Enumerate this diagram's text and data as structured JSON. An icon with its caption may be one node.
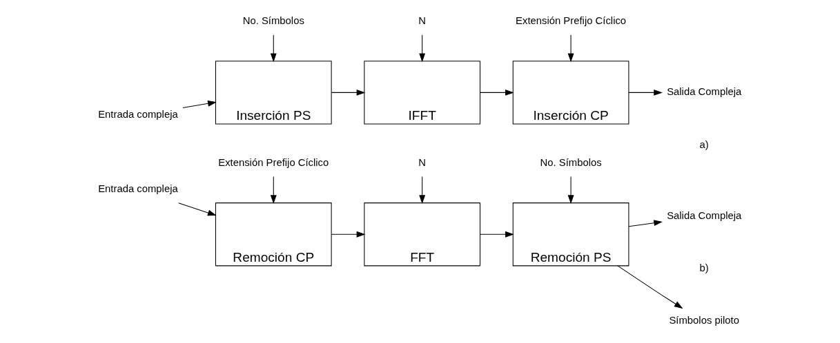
{
  "diagram": {
    "nodes": [
      {
        "text": [
          "Entrada compleja"
        ]
      },
      {
        "text": [
          "No. Símbolos"
        ]
      },
      {
        "text": [
          "Inserción PS"
        ]
      },
      {
        "text": [
          "N"
        ]
      },
      {
        "text": [
          "IFFT"
        ]
      },
      {
        "text": [
          "Extensión Prefijo Cíclico"
        ]
      },
      {
        "text": [
          "Inserción CP"
        ]
      },
      {
        "text": [
          "Salida Compleja"
        ]
      },
      {
        "text": [
          "Entrada compleja"
        ]
      },
      {
        "text": [
          "Extensión Prefijo Cíclico"
        ]
      },
      {
        "text": [
          "Remoción CP"
        ]
      },
      {
        "text": [
          "N"
        ]
      },
      {
        "text": [
          "FFT"
        ]
      },
      {
        "text": [
          "No. Símbolos"
        ]
      },
      {
        "text": [
          "Remoción PS"
        ]
      },
      {
        "text": [
          "Salida Compleja"
        ]
      },
      {
        "text": [
          "Símbolos piloto"
        ]
      }
    ],
    "edges": [
      {
        "from": 0,
        "to": 2,
        "arrow": "to"
      },
      {
        "from": 1,
        "to": 2,
        "arrow": "to"
      },
      {
        "from": 2,
        "to": 4,
        "arrow": "to"
      },
      {
        "from": 3,
        "to": 4,
        "arrow": "to"
      },
      {
        "from": 4,
        "to": 6,
        "arrow": "to"
      },
      {
        "from": 5,
        "to": 6,
        "arrow": "to"
      },
      {
        "from": 6,
        "to": 7,
        "arrow": "to"
      },
      {
        "from": 8,
        "to": 10,
        "arrow": "to"
      },
      {
        "from": 9,
        "to": 10,
        "arrow": "to"
      },
      {
        "from": 10,
        "to": 12,
        "arrow": "to"
      },
      {
        "from": 11,
        "to": 12,
        "arrow": "to"
      },
      {
        "from": 12,
        "to": 14,
        "arrow": "to"
      },
      {
        "from": 13,
        "to": 14,
        "arrow": "to"
      },
      {
        "from": 14,
        "to": 15,
        "arrow": "to"
      },
      {
        "from": 14,
        "to": 16,
        "arrow": "to"
      }
    ],
    "labels": [
      "a)",
      "b)"
    ]
  }
}
